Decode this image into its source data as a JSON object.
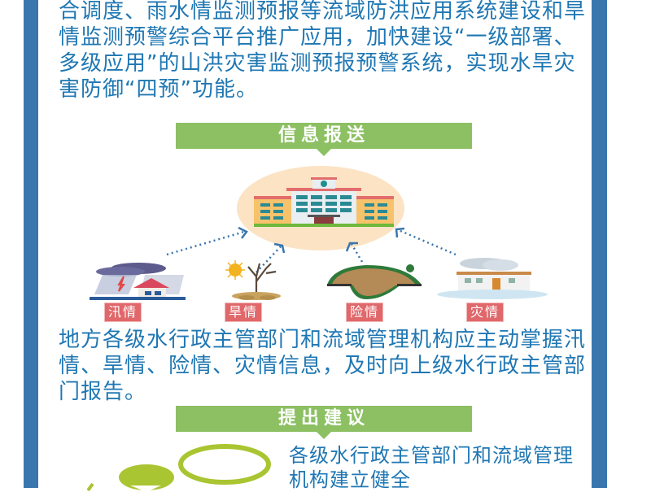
{
  "intro_paragraph": "合调度、雨水情监测预报等流域防洪应用系统建设和旱情监测预警综合平台推广应用，加快建设“一级部署、多级应用”的山洪灾害监测预报预警系统，实现水旱灾害防御“四预”功能。",
  "section_info_report": {
    "title": "信息报送",
    "center_icon": "government-building-icon",
    "categories": [
      {
        "label": "汛情",
        "icon": "flood-storm-house-icon"
      },
      {
        "label": "旱情",
        "icon": "drought-dead-tree-sun-icon"
      },
      {
        "label": "险情",
        "icon": "landslide-road-collapse-icon"
      },
      {
        "label": "灾情",
        "icon": "snowstorm-house-icon"
      }
    ],
    "description": "地方各级水行政主管部门和流域管理机构应主动掌握汛情、旱情、险情、灾情信息，及时向上级水行政主管部门报告。"
  },
  "section_suggestion": {
    "title": "提出建议",
    "icon": "speech-bubble-person-icon",
    "description": "各级水行政主管部门和流域管理机构建立健全"
  },
  "colors": {
    "border_blue": "#3a76ae",
    "text_blue": "#1f77b3",
    "banner_green": "#8cc063",
    "tag_red": "#e0676a",
    "bubble_green": "#a9c531"
  }
}
